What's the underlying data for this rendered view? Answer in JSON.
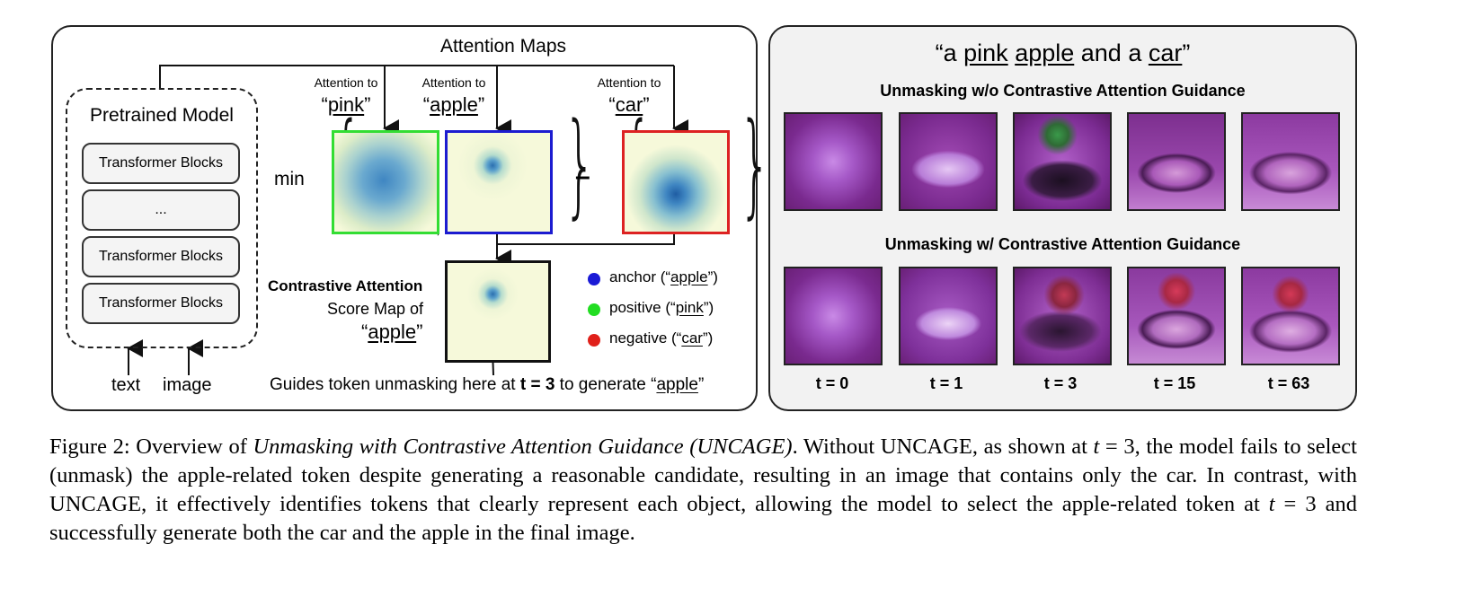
{
  "left": {
    "attention_maps_title": "Attention Maps",
    "pretrained_model": "Pretrained Model",
    "blocks": [
      "Transformer Blocks",
      "...",
      "Transformer Blocks",
      "Transformer Blocks"
    ],
    "inputs": {
      "text": "text",
      "image": "image"
    },
    "min_label": "min",
    "attention_to": "Attention to",
    "token_pink": "pink",
    "token_apple": "apple",
    "token_car": "car",
    "minus": "–",
    "score_bold": "Contrastive Attention",
    "score_line2": "Score Map of",
    "score_token": "apple",
    "legend": {
      "anchor_prefix": "anchor (“",
      "anchor_token": "apple",
      "anchor_suffix": "”)",
      "positive_prefix": "positive (“",
      "positive_token": "pink",
      "positive_suffix": "”)",
      "negative_prefix": "negative (“",
      "negative_token": "car",
      "negative_suffix": "”)",
      "colors": {
        "anchor": "#1a1ad6",
        "positive": "#22dd22",
        "negative": "#e0201a"
      }
    },
    "guide_prefix": "Guides token unmasking here at ",
    "guide_bold": "t = 3",
    "guide_mid": " to generate “",
    "guide_token": "apple",
    "guide_suffix": "”",
    "map_border_colors": {
      "pink": "#33dd33",
      "apple": "#1c1cd0",
      "car": "#dd2222"
    }
  },
  "right": {
    "prompt_open": "“a ",
    "prompt_pink": "pink",
    "prompt_apple": "apple",
    "prompt_and": " and a ",
    "prompt_car": "car",
    "prompt_close": "”",
    "row1_title": "Unmasking w/o Contrastive Attention Guidance",
    "row2_title": "Unmasking w/ Contrastive Attention Guidance",
    "timesteps": [
      "t = 0",
      "t = 1",
      "t = 3",
      "t = 15",
      "t = 63"
    ]
  },
  "caption": {
    "figure_label": "Figure 2: Overview of ",
    "italic_title": "Unmasking with Contrastive Attention Guidance (UNCAGE)",
    "sentence1_a": ". Without UNCAGE, as shown at ",
    "t_eq_3_a": "t",
    "eq_a": " = 3",
    "sentence1_b": ", the model fails to select (unmask) the apple-related token despite generating a reasonable candidate, resulting in an image that contains only the car. In contrast, with UNCAGE, it effectively identifies tokens that clearly represent each object, allowing the model to select the apple-related token at ",
    "t_eq_3_b": "t",
    "eq_b": " = 3",
    "sentence2_end": " and successfully generate both the car and the apple in the final image."
  }
}
